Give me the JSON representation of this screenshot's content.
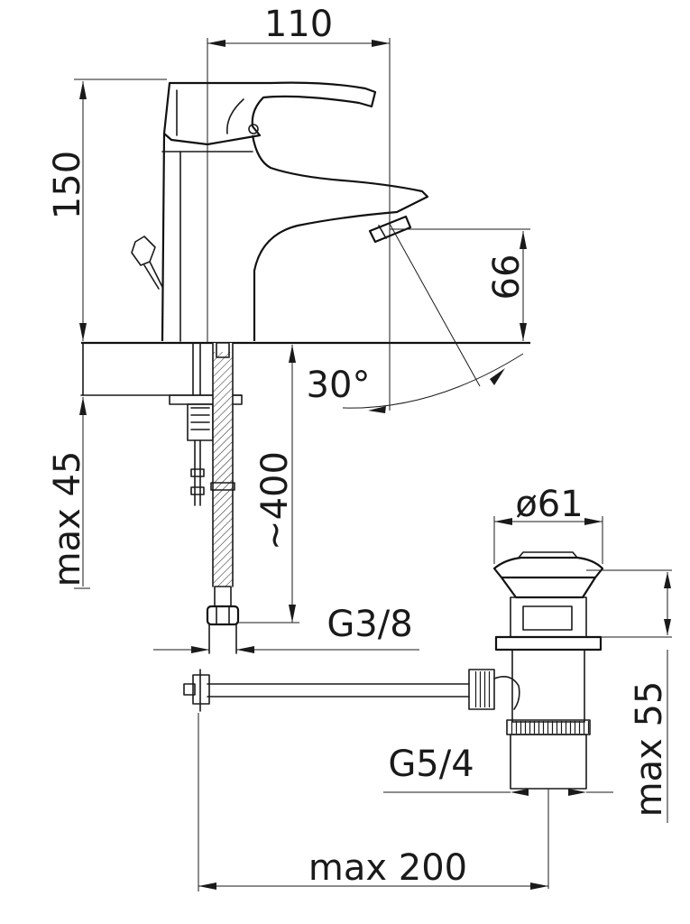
{
  "dimensions": {
    "width_top": "110",
    "height_total": "150",
    "spout_height": "66",
    "angle": "30°",
    "hose_length": "~400",
    "deck_thickness": "max 45",
    "hose_thread": "G3/8",
    "drain_diameter": "ø61",
    "drain_thread": "G5/4",
    "drain_height": "max 55",
    "rod_length": "max 200"
  },
  "colors": {
    "line": "#1a1a1a",
    "background": "#ffffff"
  }
}
